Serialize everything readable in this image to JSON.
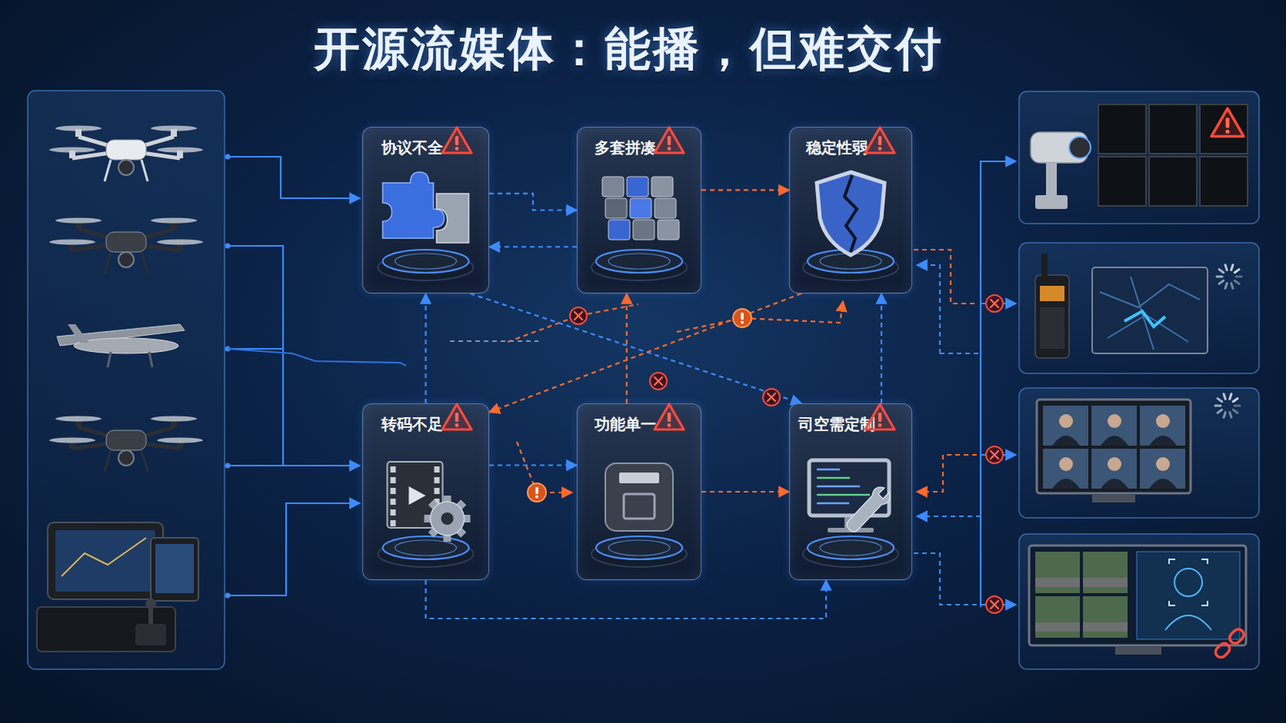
{
  "diagram": {
    "title": "开源流媒体：能播，但难交付",
    "nodes": [
      {
        "text": [
          "协议不全"
        ]
      },
      {
        "text": [
          "多套拼凑"
        ]
      },
      {
        "text": [
          "稳定性弱"
        ]
      },
      {
        "text": [
          "转码不足"
        ]
      },
      {
        "text": [
          "功能单一"
        ]
      },
      {
        "text": [
          "司空需定制"
        ]
      }
    ],
    "edges": [
      {
        "from": 0,
        "to": 1,
        "arrow": "to"
      },
      {
        "from": 1,
        "to": 0,
        "arrow": "to"
      },
      {
        "from": 1,
        "to": 2,
        "arrow": "to"
      },
      {
        "from": 3,
        "to": 4,
        "arrow": "to"
      },
      {
        "from": 4,
        "to": 5,
        "arrow": "to"
      },
      {
        "from": 3,
        "to": 0,
        "arrow": "to"
      },
      {
        "from": 4,
        "to": 1,
        "arrow": "to"
      },
      {
        "from": 0,
        "to": 5,
        "arrow": "to"
      },
      {
        "from": 2,
        "to": 3,
        "arrow": "to"
      },
      {
        "from": 5,
        "to": 2,
        "arrow": "to"
      },
      {
        "from": 3,
        "to": 5,
        "arrow": "to"
      }
    ]
  }
}
